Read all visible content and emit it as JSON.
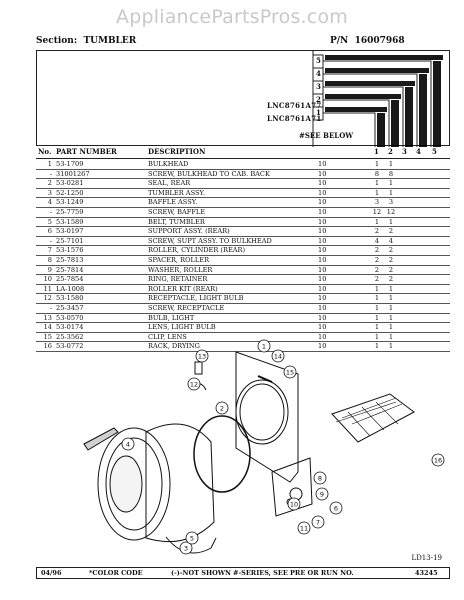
{
  "watermark": "AppliancePartsPros.com",
  "header": {
    "section_label": "Section:",
    "section_value": "TUMBLER",
    "pn_label": "P/N",
    "pn_value": "16007968"
  },
  "models": {
    "boxes": [
      "5",
      "4",
      "3",
      "2",
      "1"
    ],
    "model_a": "LNC8761A77",
    "model_b": "LNC8761A71",
    "see_below": "#SEE BELOW"
  },
  "columns": {
    "no": "No.",
    "part": "PART NUMBER",
    "desc": "DESCRIPTION",
    "col_nums": [
      "1",
      "2",
      "3",
      "4",
      "5"
    ]
  },
  "parts": [
    {
      "no": "1",
      "part": "53-1709",
      "desc": "BULKHEAD",
      "qty": "10",
      "m1": "1",
      "m2": "1"
    },
    {
      "no": "-",
      "part": "31001267",
      "desc": "SCREW, BULKHEAD TO CAB. BACK",
      "qty": "10",
      "m1": "8",
      "m2": "8"
    },
    {
      "no": "2",
      "part": "53-0281",
      "desc": "SEAL, REAR",
      "qty": "10",
      "m1": "1",
      "m2": "1"
    },
    {
      "no": "3",
      "part": "52-1250",
      "desc": "TUMBLER ASSY.",
      "qty": "10",
      "m1": "1",
      "m2": "1"
    },
    {
      "no": "4",
      "part": "53-1249",
      "desc": "BAFFLE ASSY.",
      "qty": "10",
      "m1": "3",
      "m2": "3"
    },
    {
      "no": "-",
      "part": "25-7759",
      "desc": "SCREW, BAFFLE",
      "qty": "10",
      "m1": "12",
      "m2": "12"
    },
    {
      "no": "5",
      "part": "53-1589",
      "desc": "BELT, TUMBLER",
      "qty": "10",
      "m1": "1",
      "m2": "1"
    },
    {
      "no": "6",
      "part": "53-0197",
      "desc": "SUPPORT ASSY. (REAR)",
      "qty": "10",
      "m1": "2",
      "m2": "2"
    },
    {
      "no": "-",
      "part": "25-7101",
      "desc": "SCREW, SUPT ASSY. TO BULKHEAD",
      "qty": "10",
      "m1": "4",
      "m2": "4"
    },
    {
      "no": "7",
      "part": "53-1576",
      "desc": "ROLLER, CYLINDER (REAR)",
      "qty": "10",
      "m1": "2",
      "m2": "2"
    },
    {
      "no": "8",
      "part": "25-7813",
      "desc": "SPACER, ROLLER",
      "qty": "10",
      "m1": "2",
      "m2": "2"
    },
    {
      "no": "9",
      "part": "25-7814",
      "desc": "WASHER, ROLLER",
      "qty": "10",
      "m1": "2",
      "m2": "2"
    },
    {
      "no": "10",
      "part": "25-7854",
      "desc": "RING, RETAINER",
      "qty": "10",
      "m1": "2",
      "m2": "2"
    },
    {
      "no": "11",
      "part": "LA-1008",
      "desc": "ROLLER KIT (REAR)",
      "qty": "10",
      "m1": "1",
      "m2": "1"
    },
    {
      "no": "12",
      "part": "53-1580",
      "desc": "RECEPTACLE, LIGHT BULB",
      "qty": "10",
      "m1": "1",
      "m2": "1"
    },
    {
      "no": "-",
      "part": "25-3457",
      "desc": "SCREW, RECEPTACLE",
      "qty": "10",
      "m1": "1",
      "m2": "1"
    },
    {
      "no": "13",
      "part": "53-0570",
      "desc": "BULB, LIGHT",
      "qty": "10",
      "m1": "1",
      "m2": "1"
    },
    {
      "no": "14",
      "part": "53-0174",
      "desc": "LENS, LIGHT BULB",
      "qty": "10",
      "m1": "1",
      "m2": "1"
    },
    {
      "no": "15",
      "part": "25-3562",
      "desc": "CLIP, LENS",
      "qty": "10",
      "m1": "1",
      "m2": "1"
    },
    {
      "no": "16",
      "part": "53-0772",
      "desc": "RACK, DRYING",
      "qty": "10",
      "m1": "1",
      "m2": "1"
    }
  ],
  "callouts": [
    "1",
    "2",
    "3",
    "4",
    "5",
    "6",
    "7",
    "8",
    "9",
    "10",
    "11",
    "12",
    "13",
    "14",
    "15",
    "16"
  ],
  "ref": "LD13-19",
  "footer": {
    "date": "04/96",
    "color_code": "*COLOR CODE",
    "not_shown": "(-)-NOT SHOWN",
    "series": "#-SERIES, SEE PRE OR RUN NO.",
    "number": "43245"
  }
}
